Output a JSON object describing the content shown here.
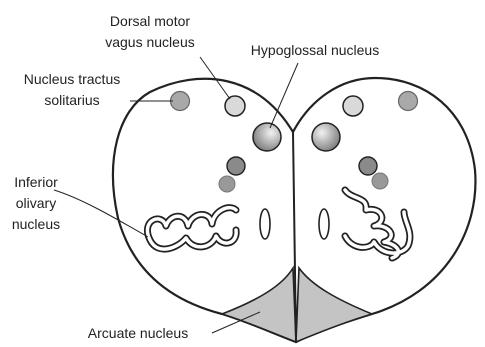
{
  "labels": {
    "dorsal_motor_line1": "Dorsal motor",
    "dorsal_motor_line2": "vagus nucleus",
    "hypoglossal": "Hypoglossal nucleus",
    "tractus_line1": "Nucleus tractus",
    "tractus_line2": "solitarius",
    "inferior_line1": "Inferior",
    "inferior_line2": "olivary",
    "inferior_line3": "nucleus",
    "arcuate": "Arcuate nucleus"
  },
  "colors": {
    "outline": "#222222",
    "tractus_fill": "#a9a9a9",
    "dorsal_motor_fill": "#d9d9d9",
    "hypoglossal_fill": "#bdbdbd",
    "deep_nucleus_fill": "#8a8a8a",
    "arcuate_fill": "#c4c4c4",
    "background": "#ffffff"
  }
}
